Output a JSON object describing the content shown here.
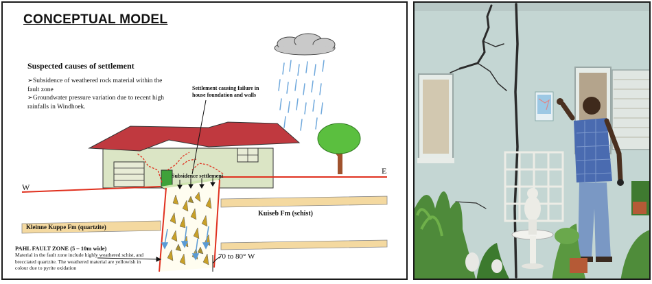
{
  "left_panel": {
    "title": "CONCEPTUAL MODEL",
    "causes_heading": "Suspected causes of settlement",
    "causes": [
      "➢Subsidence of weathered rock material within the fault zone",
      "➢Groundwater pressure variation due to recent high rainfalls in Windhoek."
    ],
    "settlement_callout": "Settlement causing failure in house foundation and walls",
    "subsidence_label": "Subsidence settlement",
    "west_label": "W",
    "east_label": "E",
    "kuiseb_label": "Kuiseb Fm (schist)",
    "kleinne_label": "Kleinne Kuppe Fm (quartzite)",
    "fault_zone_title": "PAHL FAULT ZONE (5 – 10m wide)",
    "fault_zone_desc": "Material in the fault zone include highly weathered  schist, and brecciated  quartzite. The weathered material are yellowish in colour due to pyrite oxidation",
    "dip_label": "70 to 80° W"
  },
  "colors": {
    "house_wall": "#dbe5c5",
    "roof": "#c0393f",
    "crack": "#e0301e",
    "quartzite_band": "#f4d9a0",
    "fault_fragments": "#c8a028",
    "groundwater_arrows": "#5b9bd5",
    "rain": "#6fa8dc",
    "cloud": "#c9c9c9",
    "tree_canopy": "#5bbf3f",
    "photo_wall": "#c4d6d3"
  }
}
